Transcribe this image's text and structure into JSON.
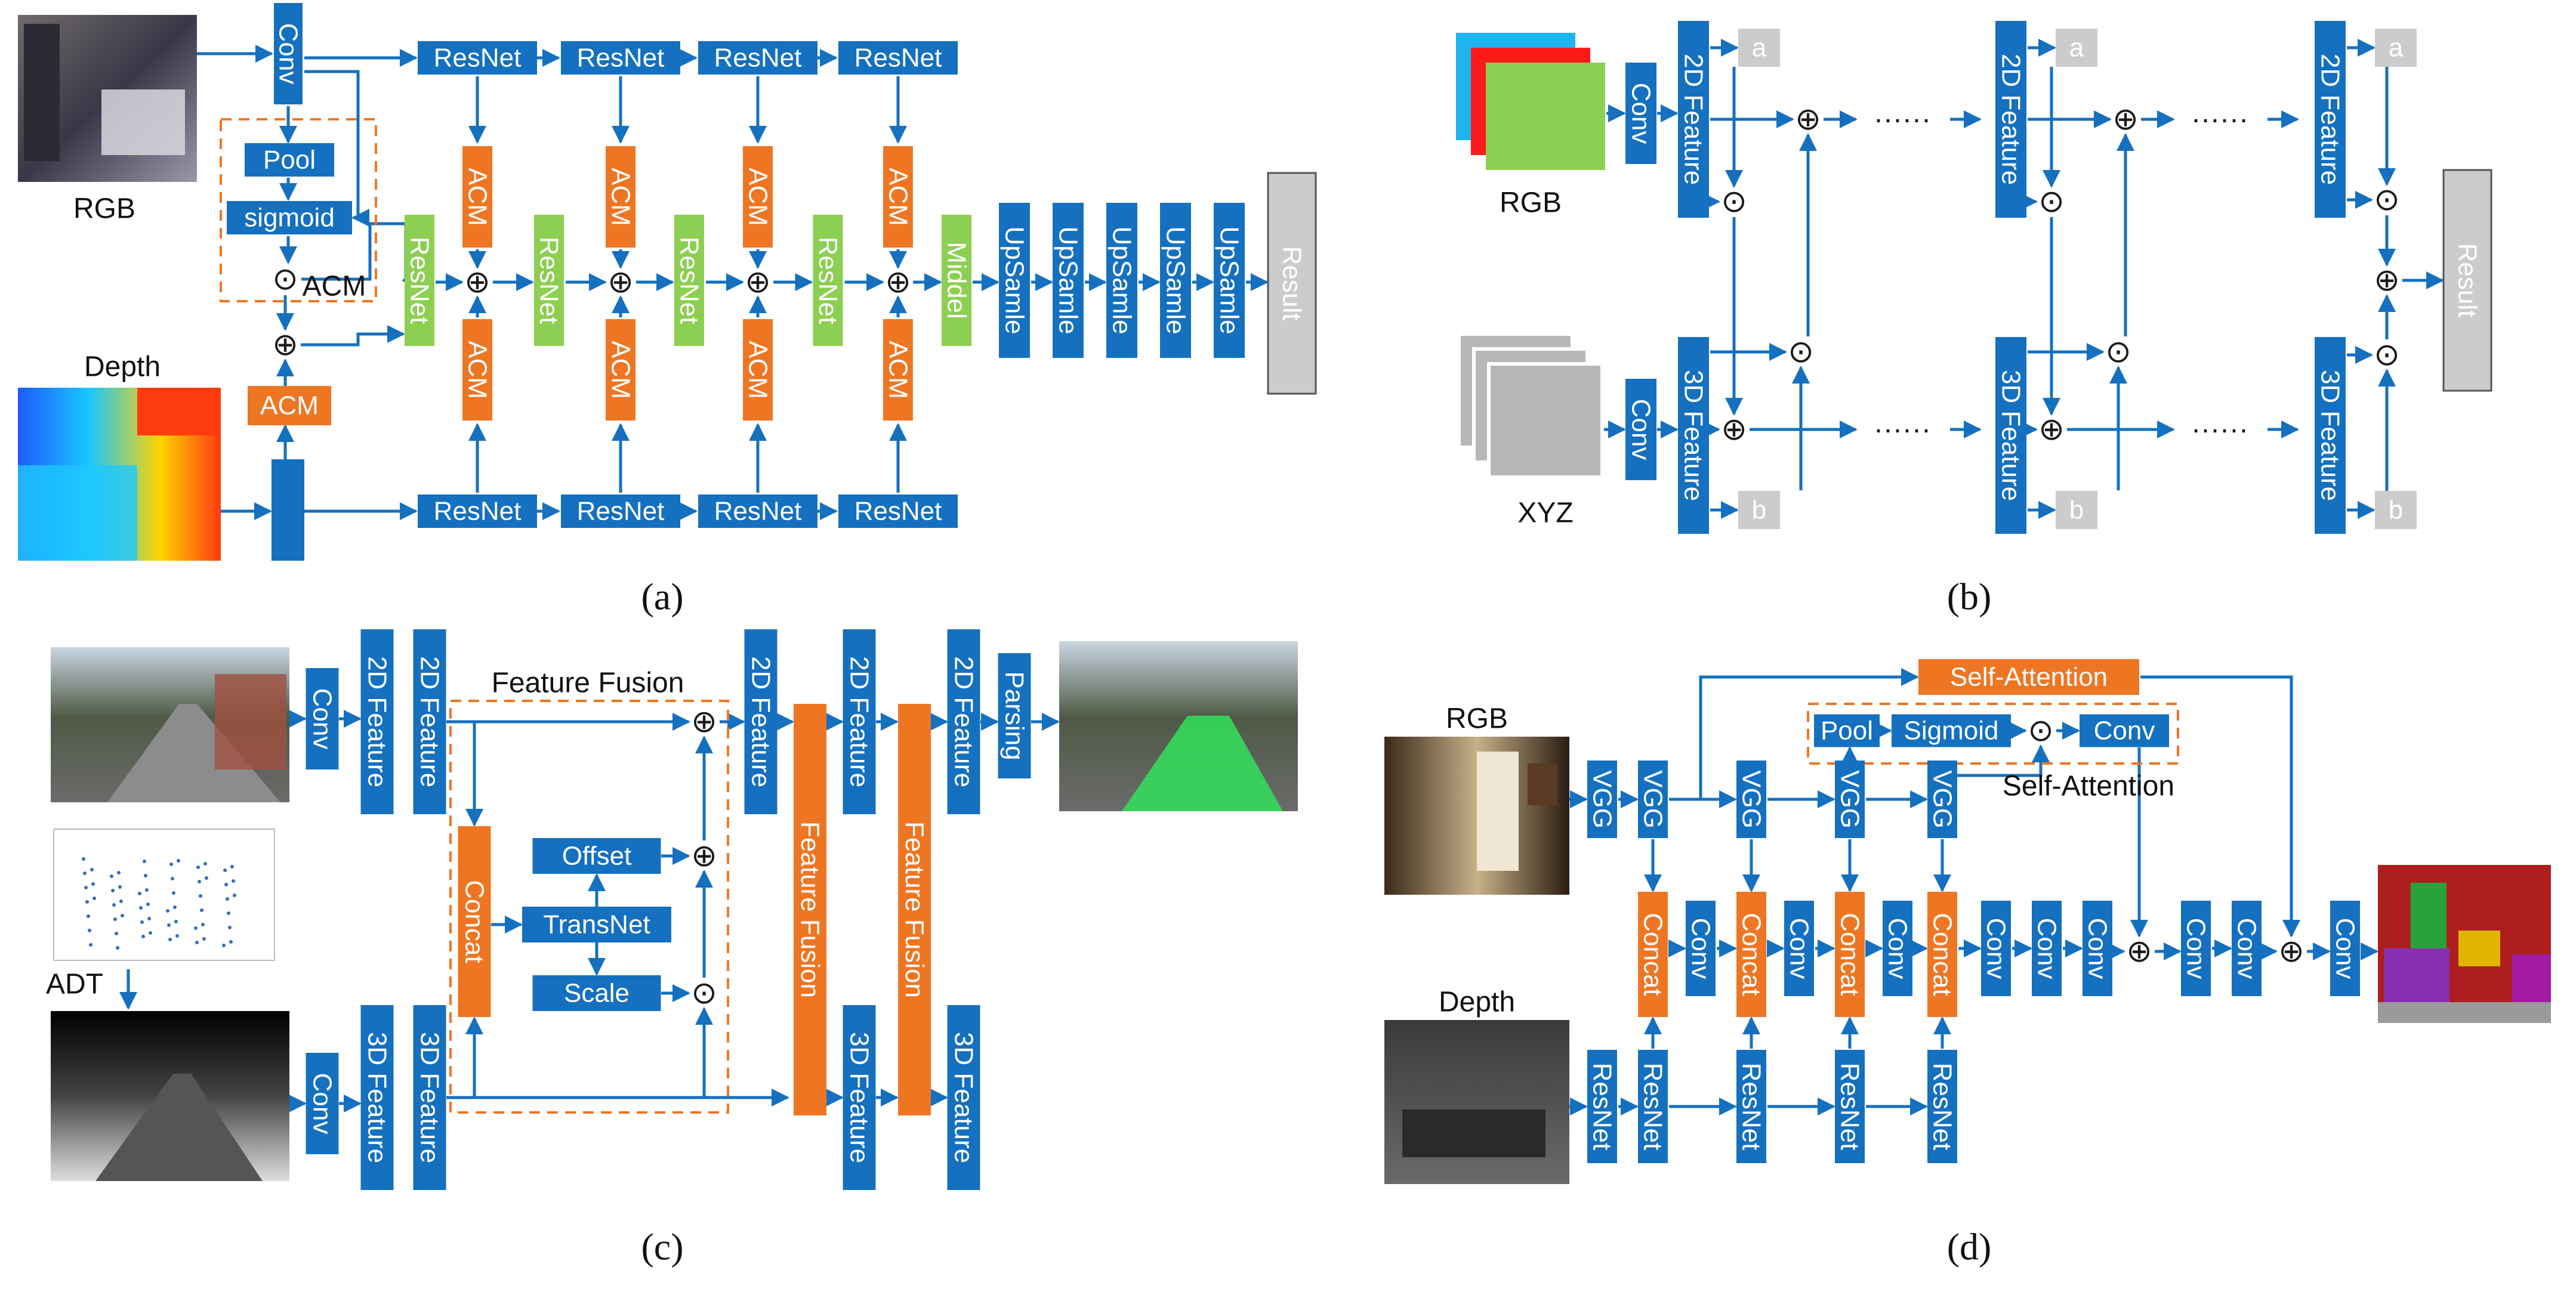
{
  "colors": {
    "blue": "#1570bf",
    "orange": "#ee7623",
    "green": "#8ccf52",
    "gray": "#cccccc",
    "arrow": "#1570bf",
    "dash": "#ee7623"
  },
  "icons": {
    "plus": "⊕",
    "dot": "⊙"
  },
  "captions": [
    "(a)",
    "(b)",
    "(c)",
    "(d)"
  ],
  "panel_a": {
    "input_rgb": "RGB",
    "input_depth": "Depth",
    "conv": "Conv",
    "pool": "Pool",
    "sigmoid": "sigmoid",
    "acm_label": "ACM",
    "acm": "ACM",
    "resnet": "ResNet",
    "middel": "Middel",
    "upsample": "UpSamle",
    "result": "Result"
  },
  "panel_b": {
    "input_rgb": "RGB",
    "input_xyz": "XYZ",
    "conv": "Conv",
    "feat2d": "2D Feature",
    "feat3d": "3D Feature",
    "a": "a",
    "b": "b",
    "dots": "······",
    "result": "Result"
  },
  "panel_c": {
    "conv": "Conv",
    "feat2d": "2D Feature",
    "feat3d": "3D Feature",
    "fusion_title": "Feature Fusion",
    "concat": "Concat",
    "offset": "Offset",
    "transnet": "TransNet",
    "scale": "Scale",
    "fusion": "Feature Fusion",
    "parsing": "Parsing",
    "adt": "ADT"
  },
  "panel_d": {
    "input_rgb": "RGB",
    "input_depth": "Depth",
    "vgg": "VGG",
    "resnet": "ResNet",
    "concat": "Concat",
    "conv": "Conv",
    "self_attention": "Self-Attention",
    "pool": "Pool",
    "sigmoid": "Sigmoid"
  }
}
